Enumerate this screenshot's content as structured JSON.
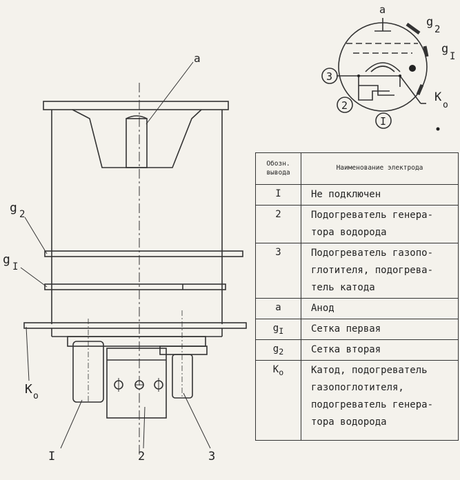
{
  "drawing": {
    "pin_labels": {
      "a": "a",
      "g2": "g",
      "g2_sub": "2",
      "g1": "g",
      "g1_sub": "I",
      "k": "K",
      "k_sub": "o"
    },
    "pin_numbers": {
      "p1": "I",
      "p2": "2",
      "p3": "3"
    }
  },
  "schematic": {
    "labels": {
      "a": "a",
      "g2": "g",
      "g2_sub": "2",
      "g1": "g",
      "g1_sub": "I",
      "k": "K",
      "k_sub": "o",
      "n3": "3",
      "n2": "2",
      "n1": "I"
    }
  },
  "table": {
    "header_code": "Обозн. вывода",
    "header_name": "Наименование электрода",
    "rows": [
      {
        "code": "I",
        "name": "Не подключен"
      },
      {
        "code": "2",
        "name": "Подогреватель генера-тора водорода"
      },
      {
        "code": "3",
        "name": "Подогреватель газопо-глотителя, подогрева-тель катода"
      },
      {
        "code": "a",
        "name": "Анод"
      },
      {
        "code": "g",
        "code_sub": "I",
        "name": "Сетка первая"
      },
      {
        "code": "g",
        "code_sub": "2",
        "name": "Сетка вторая"
      },
      {
        "code": "K",
        "code_sub": "o",
        "name": "Катод, подогреватель газопоглотителя, подогреватель генера-тора водорода"
      }
    ]
  }
}
